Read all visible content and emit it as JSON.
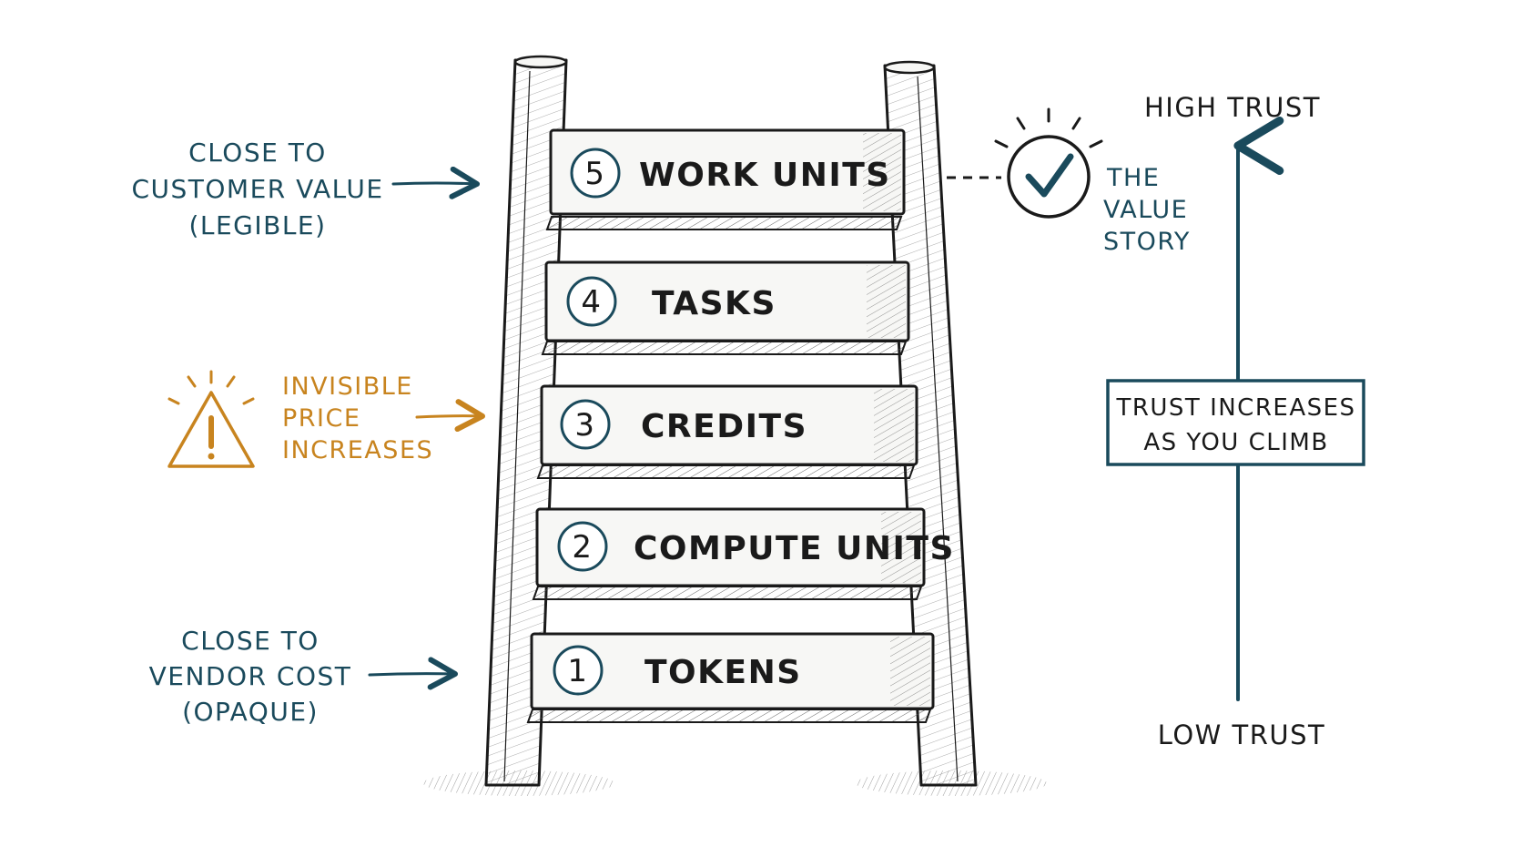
{
  "colors": {
    "ink": "#1a1a1a",
    "teal": "#1a4a5c",
    "orange": "#c8841f",
    "wood": "#f7f7f5"
  },
  "ladder": {
    "rungs": [
      {
        "number": "5",
        "label": "WORK UNITS"
      },
      {
        "number": "4",
        "label": "TASKS"
      },
      {
        "number": "3",
        "label": "CREDITS"
      },
      {
        "number": "2",
        "label": "COMPUTE UNITS"
      },
      {
        "number": "1",
        "label": "TOKENS"
      }
    ]
  },
  "left_notes": {
    "top": [
      "CLOSE TO",
      "CUSTOMER VALUE",
      "(LEGIBLE)"
    ],
    "middle": [
      "INVISIBLE",
      "PRICE",
      "INCREASES"
    ],
    "bottom": [
      "CLOSE TO",
      "VENDOR COST",
      "(OPAQUE)"
    ]
  },
  "right_notes": {
    "value_story": [
      "THE",
      "VALUE",
      "STORY"
    ],
    "high_trust": "HIGH TRUST",
    "low_trust": "LOW TRUST",
    "trust_box": [
      "TRUST INCREASES",
      "AS YOU CLIMB"
    ]
  },
  "icons": {
    "warning": "warning-icon",
    "check": "check-icon"
  }
}
